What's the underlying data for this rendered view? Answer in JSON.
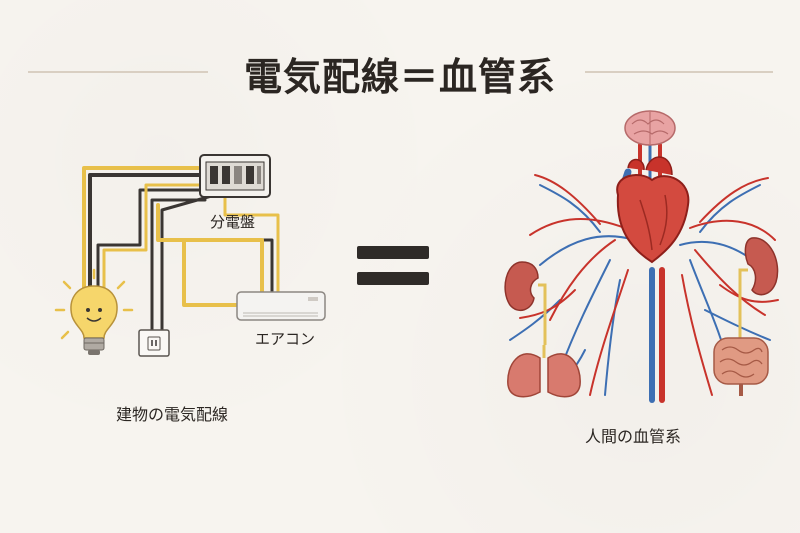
{
  "title": "電気配線＝血管系",
  "left": {
    "panel_label": "分電盤",
    "aircon_label": "エアコン",
    "caption": "建物の電気配線"
  },
  "right": {
    "caption": "人間の血管系"
  },
  "colors": {
    "wire_dark": "#3a3633",
    "wire_yellow": "#e8c04a",
    "artery": "#c8332b",
    "vein": "#3d6fb3",
    "equals": "#2f2b28"
  }
}
